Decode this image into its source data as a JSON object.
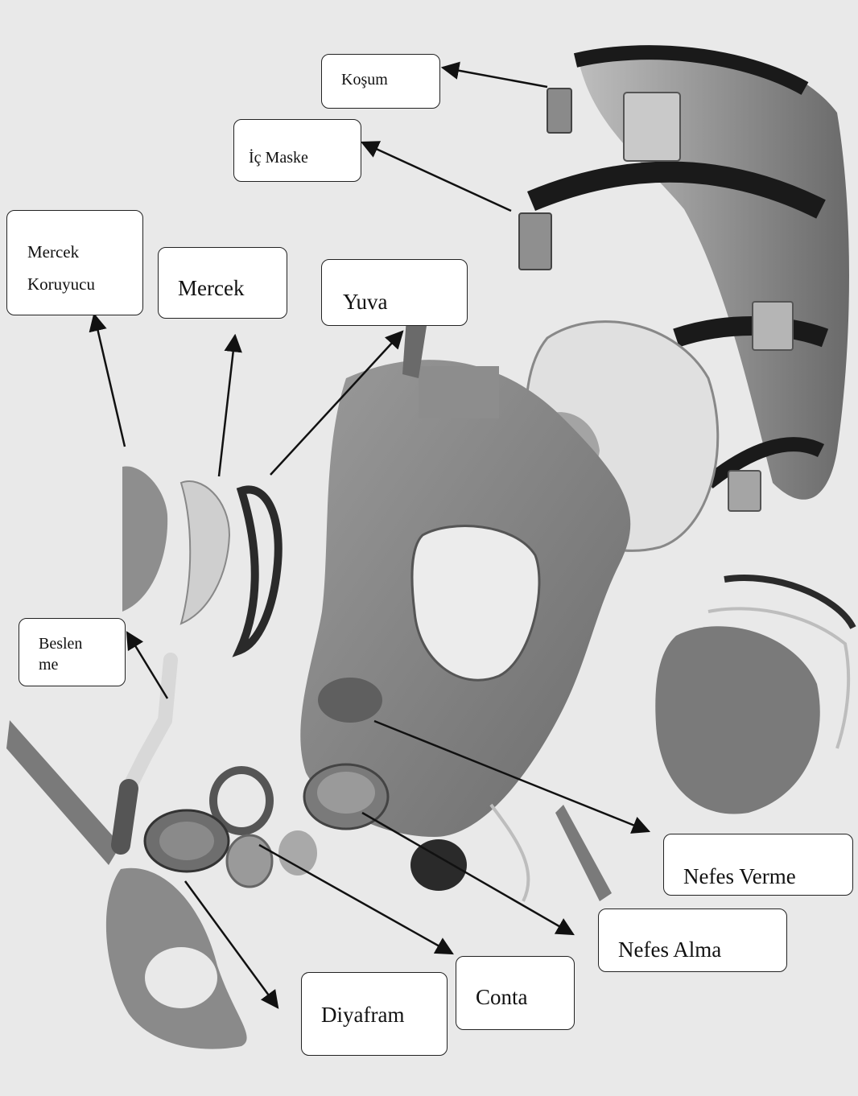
{
  "diagram": {
    "background": "#e9e9e9",
    "labels": {
      "kosum": "Koşum",
      "ic_maske": "İç Maske",
      "mercek_koruyucu": [
        "Mercek",
        "Koruyucu"
      ],
      "mercek": "Mercek",
      "yuva": "Yuva",
      "beslenme": [
        "Beslen",
        "me"
      ],
      "nefes_verme": "Nefes Verme",
      "nefes_alma": "Nefes Alma",
      "conta": "Conta",
      "diyafram": "Diyafram"
    }
  }
}
